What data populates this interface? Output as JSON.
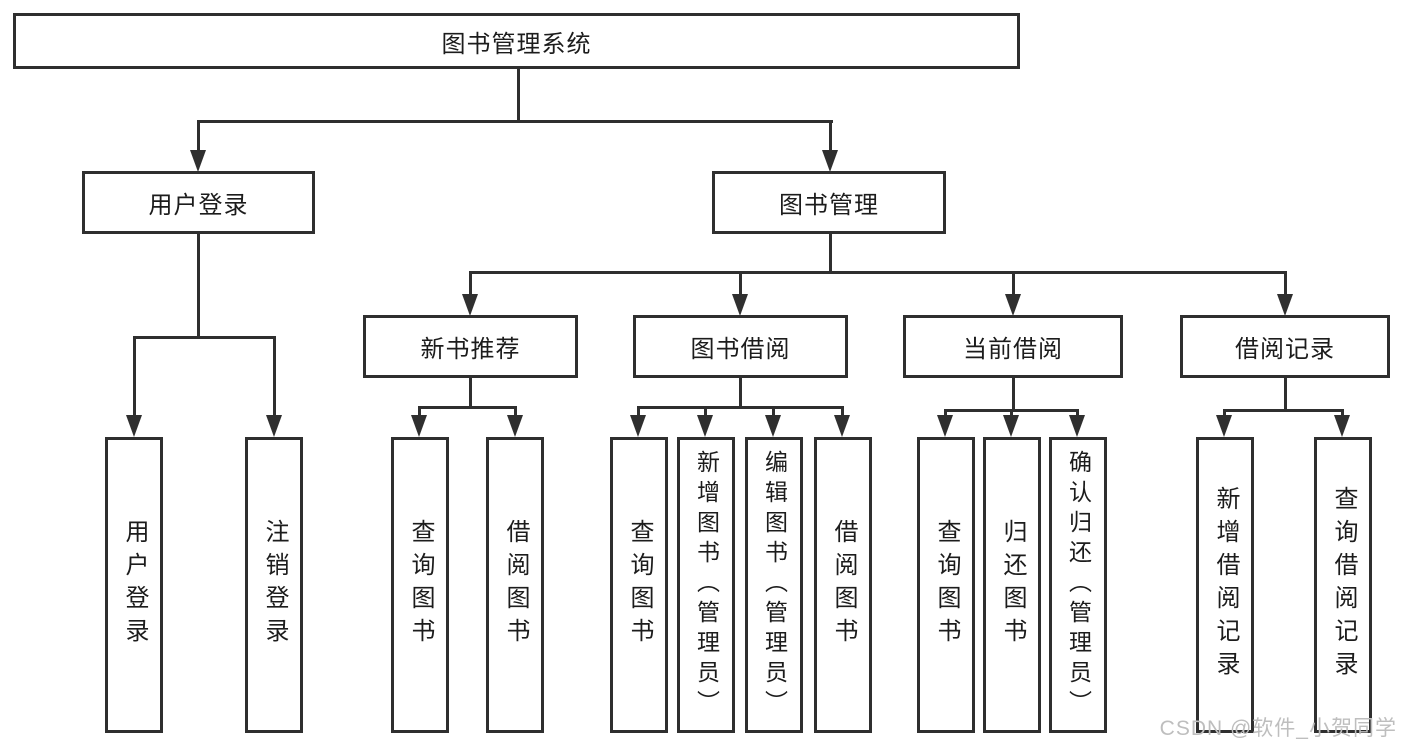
{
  "diagram": {
    "tree": {
      "root": {
        "label": "图书管理系统",
        "children": [
          {
            "label": "用户登录",
            "children": [
              {
                "label": "用户登录"
              },
              {
                "label": "注销登录"
              }
            ]
          },
          {
            "label": "图书管理",
            "children": [
              {
                "label": "新书推荐",
                "children": [
                  {
                    "label": "查询图书"
                  },
                  {
                    "label": "借阅图书"
                  }
                ]
              },
              {
                "label": "图书借阅",
                "children": [
                  {
                    "label": "查询图书"
                  },
                  {
                    "label": "新增图书（管理员）"
                  },
                  {
                    "label": "编辑图书（管理员）"
                  },
                  {
                    "label": "借阅图书"
                  }
                ]
              },
              {
                "label": "当前借阅",
                "children": [
                  {
                    "label": "查询图书"
                  },
                  {
                    "label": "归还图书"
                  },
                  {
                    "label": "确认归还（管理员）"
                  }
                ]
              },
              {
                "label": "借阅记录",
                "children": [
                  {
                    "label": "新增借阅记录"
                  },
                  {
                    "label": "查询借阅记录"
                  }
                ]
              }
            ]
          }
        ]
      }
    },
    "watermark": {
      "text": "CSDN @软件_小贺同学"
    },
    "colors": {
      "line": "#2f2f2f",
      "text": "#1c1c1c",
      "watermark": "#bebebe",
      "background": "#ffffff"
    }
  }
}
